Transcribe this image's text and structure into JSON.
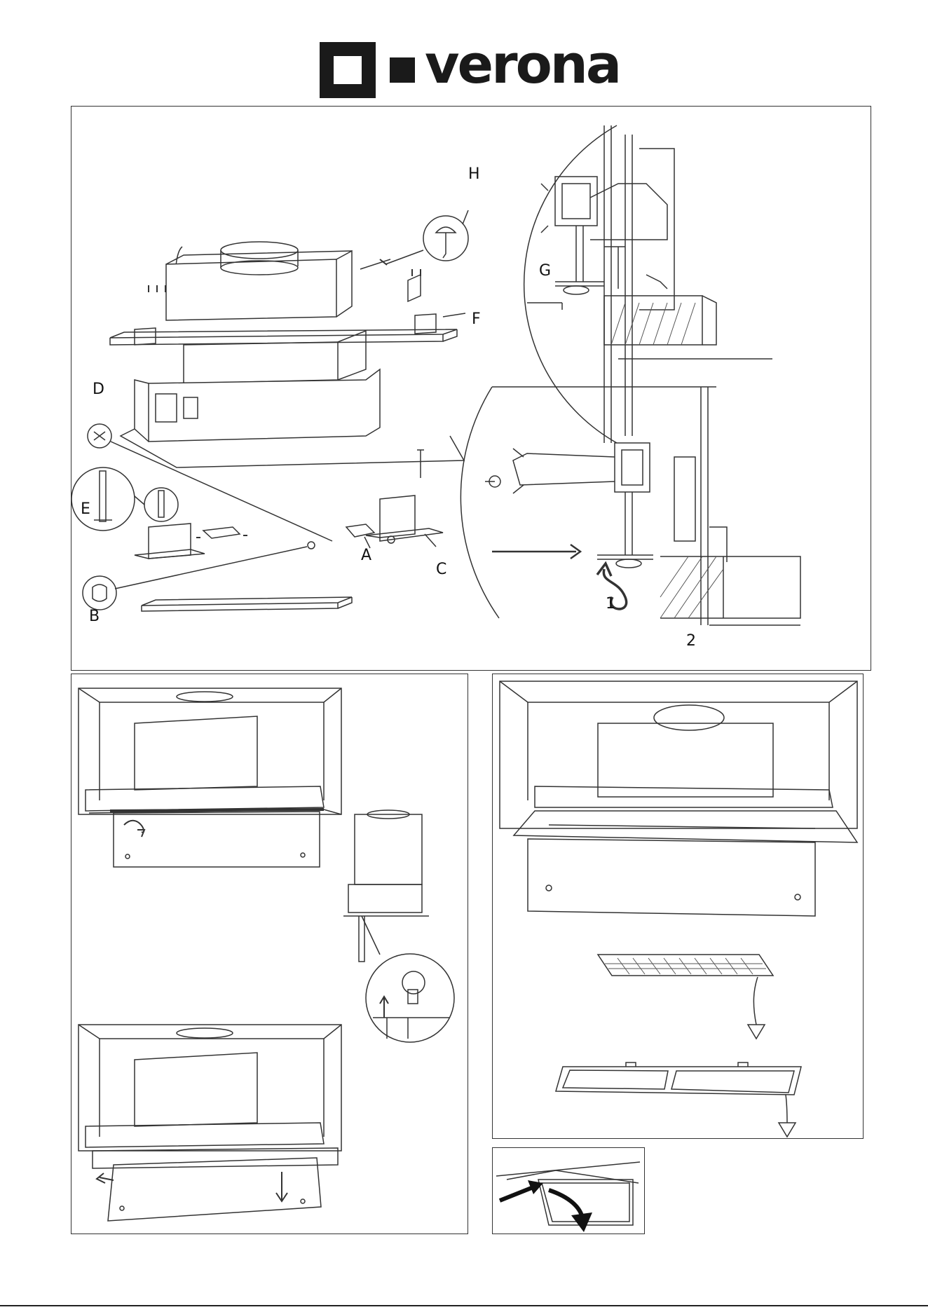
{
  "brand": {
    "name": "verona"
  },
  "panel1": {
    "labels": {
      "A": "A",
      "B": "B",
      "C": "C",
      "D": "D",
      "E": "E",
      "F": "F",
      "G": "G",
      "H": "H"
    },
    "step1": "1",
    "step2": "2"
  },
  "colors": {
    "line": "#333333",
    "hatch": "#555555",
    "fill": "#ffffff",
    "ink": "#1a1a1a"
  }
}
